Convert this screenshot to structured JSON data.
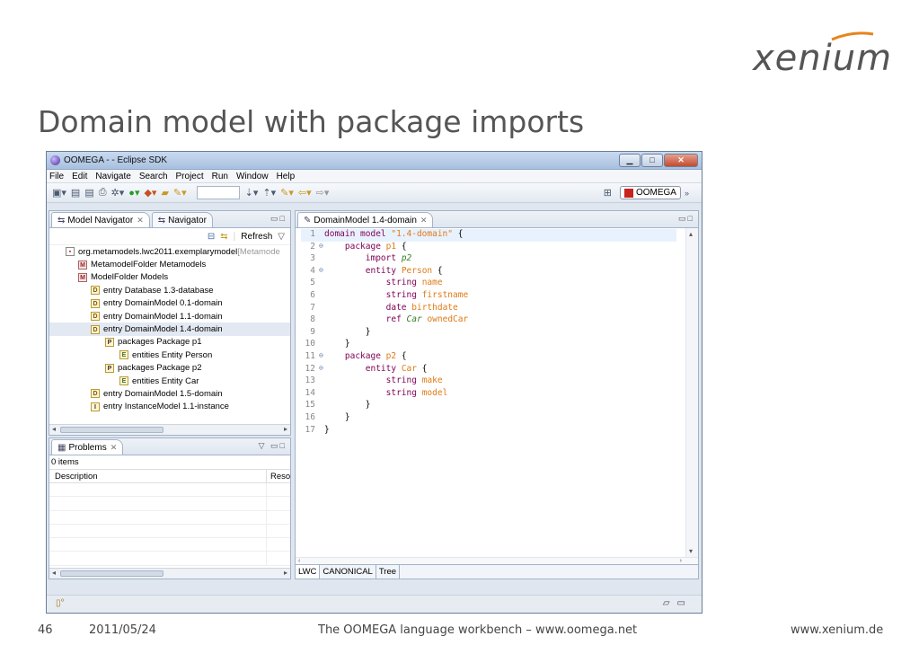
{
  "slide": {
    "logo_text": "xenium",
    "title": "Domain model with package imports",
    "footer": {
      "page_number": "46",
      "date": "2011/05/24",
      "center": "The OOMEGA language workbench – www.oomega.net",
      "right": "www.xenium.de"
    }
  },
  "window": {
    "title": "OOMEGA -  - Eclipse SDK",
    "menu": [
      "File",
      "Edit",
      "Navigate",
      "Search",
      "Project",
      "Run",
      "Window",
      "Help"
    ],
    "perspective_label": "OOMEGA"
  },
  "navigator": {
    "tabs": [
      "Model Navigator",
      "Navigator"
    ],
    "refresh_label": "Refresh",
    "tree": [
      {
        "text": "org.metamodels.lwc2011.exemplarymodel",
        "suffix": " [Metamode",
        "icon": "proj-icon"
      },
      {
        "text": "MetamodelFolder Metamodels",
        "icon": "m-icon"
      },
      {
        "text": "ModelFolder Models",
        "icon": "m-icon"
      },
      {
        "text": "entry Database 1.3-database",
        "icon": "d-icon"
      },
      {
        "text": "entry DomainModel 0.1-domain",
        "icon": "d-icon"
      },
      {
        "text": "entry DomainModel 1.1-domain",
        "icon": "d-icon"
      },
      {
        "text": "entry DomainModel 1.4-domain",
        "icon": "d-icon"
      },
      {
        "text": "packages Package p1",
        "icon": "p-icon"
      },
      {
        "text": "entities Entity Person",
        "icon": "e-icon"
      },
      {
        "text": "packages Package p2",
        "icon": "p-icon"
      },
      {
        "text": "entities Entity Car",
        "icon": "e-icon"
      },
      {
        "text": "entry DomainModel 1.5-domain",
        "icon": "d-icon"
      },
      {
        "text": "entry InstanceModel 1.1-instance",
        "icon": "i-icon"
      }
    ]
  },
  "problems": {
    "tab": "Problems",
    "count": "0 items",
    "col_description": "Description",
    "col_resource": "Reso"
  },
  "editor": {
    "tab": "DomainModel 1.4-domain",
    "bottom_tabs": [
      "LWC",
      "CANONICAL",
      "Tree"
    ],
    "lines": [
      {
        "n": "1",
        "fold": "",
        "code": [
          {
            "t": "domain model ",
            "c": "kw"
          },
          {
            "t": "\"1.4-domain\"",
            "c": "str"
          },
          {
            "t": " {",
            "c": ""
          }
        ]
      },
      {
        "n": "2",
        "fold": "⊖",
        "code": [
          {
            "t": "    ",
            "c": ""
          },
          {
            "t": "package ",
            "c": "kw"
          },
          {
            "t": "p1",
            "c": "str"
          },
          {
            "t": " {",
            "c": ""
          }
        ]
      },
      {
        "n": "3",
        "fold": "",
        "code": [
          {
            "t": "        ",
            "c": ""
          },
          {
            "t": "import ",
            "c": "kw"
          },
          {
            "t": "p2",
            "c": "it"
          }
        ]
      },
      {
        "n": "4",
        "fold": "⊖",
        "code": [
          {
            "t": "        ",
            "c": ""
          },
          {
            "t": "entity ",
            "c": "kw"
          },
          {
            "t": "Person",
            "c": "str"
          },
          {
            "t": " {",
            "c": ""
          }
        ]
      },
      {
        "n": "5",
        "fold": "",
        "code": [
          {
            "t": "            ",
            "c": ""
          },
          {
            "t": "string ",
            "c": "kw"
          },
          {
            "t": "name",
            "c": "str"
          }
        ]
      },
      {
        "n": "6",
        "fold": "",
        "code": [
          {
            "t": "            ",
            "c": ""
          },
          {
            "t": "string ",
            "c": "kw"
          },
          {
            "t": "firstname",
            "c": "str"
          }
        ]
      },
      {
        "n": "7",
        "fold": "",
        "code": [
          {
            "t": "            ",
            "c": ""
          },
          {
            "t": "date ",
            "c": "kw"
          },
          {
            "t": "birthdate",
            "c": "str"
          }
        ]
      },
      {
        "n": "8",
        "fold": "",
        "code": [
          {
            "t": "            ",
            "c": ""
          },
          {
            "t": "ref ",
            "c": "kw"
          },
          {
            "t": "Car",
            "c": "it"
          },
          {
            "t": " ",
            "c": ""
          },
          {
            "t": "ownedCar",
            "c": "str"
          }
        ]
      },
      {
        "n": "9",
        "fold": "",
        "code": [
          {
            "t": "        }",
            "c": ""
          }
        ]
      },
      {
        "n": "10",
        "fold": "",
        "code": [
          {
            "t": "    }",
            "c": ""
          }
        ]
      },
      {
        "n": "11",
        "fold": "⊖",
        "code": [
          {
            "t": "    ",
            "c": ""
          },
          {
            "t": "package ",
            "c": "kw"
          },
          {
            "t": "p2",
            "c": "str"
          },
          {
            "t": " {",
            "c": ""
          }
        ]
      },
      {
        "n": "12",
        "fold": "⊖",
        "code": [
          {
            "t": "        ",
            "c": ""
          },
          {
            "t": "entity ",
            "c": "kw"
          },
          {
            "t": "Car",
            "c": "str"
          },
          {
            "t": " {",
            "c": ""
          }
        ]
      },
      {
        "n": "13",
        "fold": "",
        "code": [
          {
            "t": "            ",
            "c": ""
          },
          {
            "t": "string ",
            "c": "kw"
          },
          {
            "t": "make",
            "c": "str"
          }
        ]
      },
      {
        "n": "14",
        "fold": "",
        "code": [
          {
            "t": "            ",
            "c": ""
          },
          {
            "t": "string ",
            "c": "kw"
          },
          {
            "t": "model",
            "c": "str"
          }
        ]
      },
      {
        "n": "15",
        "fold": "",
        "code": [
          {
            "t": "        }",
            "c": ""
          }
        ]
      },
      {
        "n": "16",
        "fold": "",
        "code": [
          {
            "t": "    }",
            "c": ""
          }
        ]
      },
      {
        "n": "17",
        "fold": "",
        "code": [
          {
            "t": "}",
            "c": ""
          }
        ]
      }
    ]
  }
}
